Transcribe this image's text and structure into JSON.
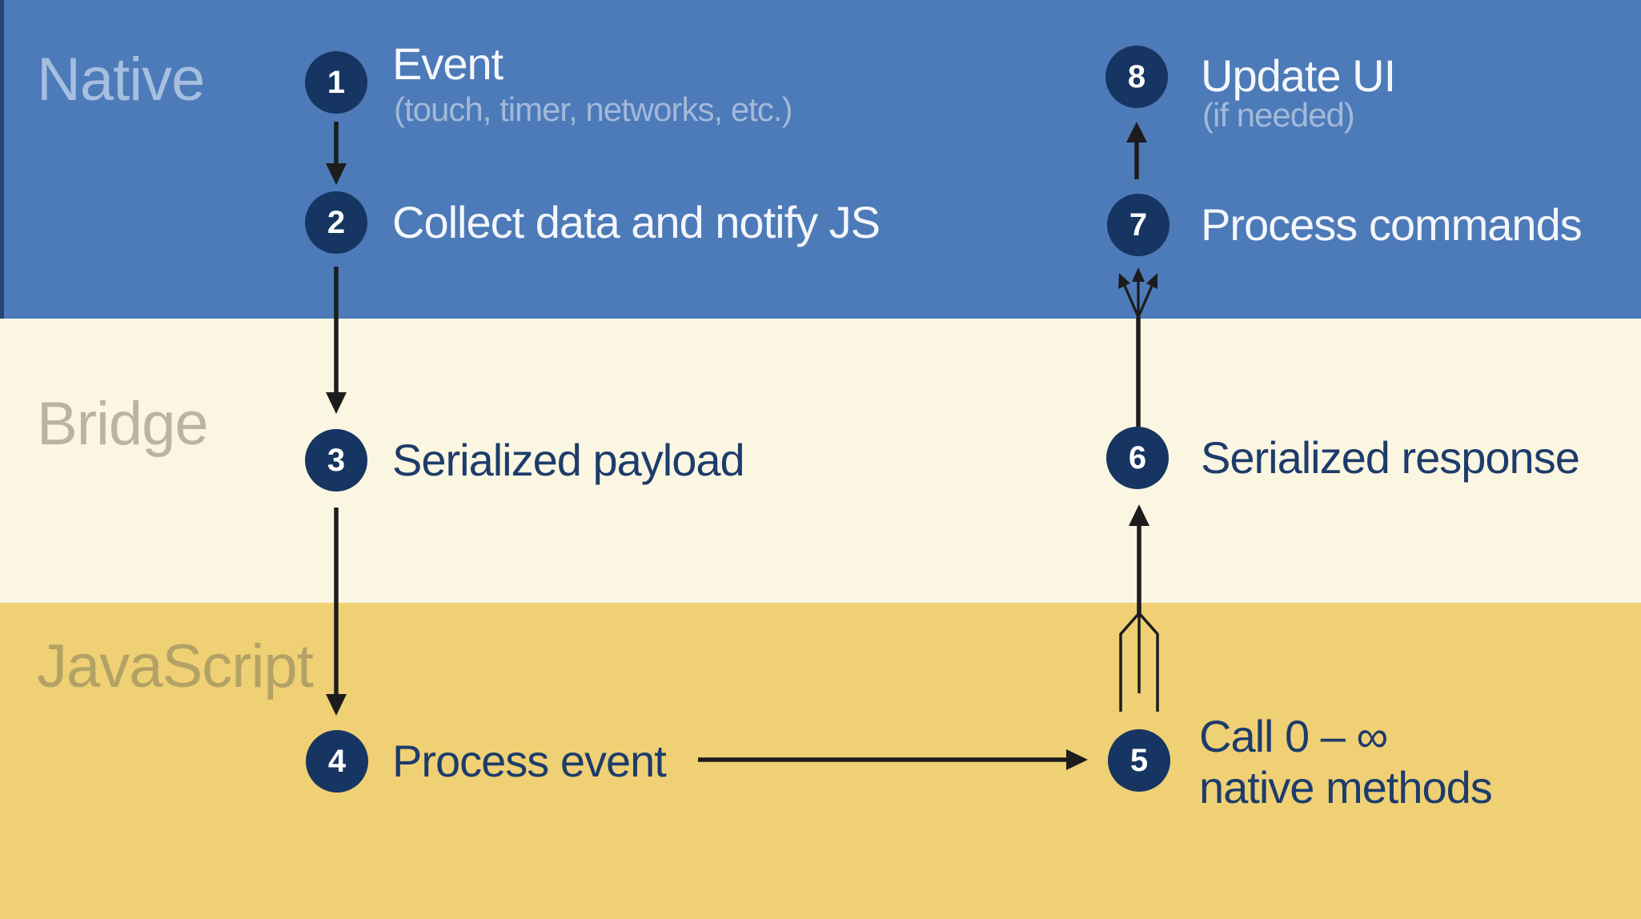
{
  "diagram": {
    "bands": [
      {
        "label": "Native"
      },
      {
        "label": "Bridge"
      },
      {
        "label": "JavaScript"
      }
    ],
    "steps": [
      {
        "number": "1",
        "label": "Event",
        "sublabel": "(touch, timer, networks, etc.)"
      },
      {
        "number": "2",
        "label": "Collect data and notify JS"
      },
      {
        "number": "3",
        "label": "Serialized payload"
      },
      {
        "number": "4",
        "label": "Process event"
      },
      {
        "number": "5",
        "label": "Call 0 – ∞",
        "label_line2": "native methods"
      },
      {
        "number": "6",
        "label": "Serialized response"
      },
      {
        "number": "7",
        "label": "Process commands"
      },
      {
        "number": "8",
        "label": "Update UI",
        "sublabel": "(if needed)"
      }
    ],
    "colors": {
      "native_band": "#4d7ab8",
      "bridge_band": "#fbf6e1",
      "javascript_band": "#efd075",
      "badge": "#163562",
      "arrow": "#1c1c1c",
      "light_text": "#f4f7fb",
      "subtitle_on_blue": "#a3b9da",
      "dark_text": "#1d3c6b"
    }
  }
}
